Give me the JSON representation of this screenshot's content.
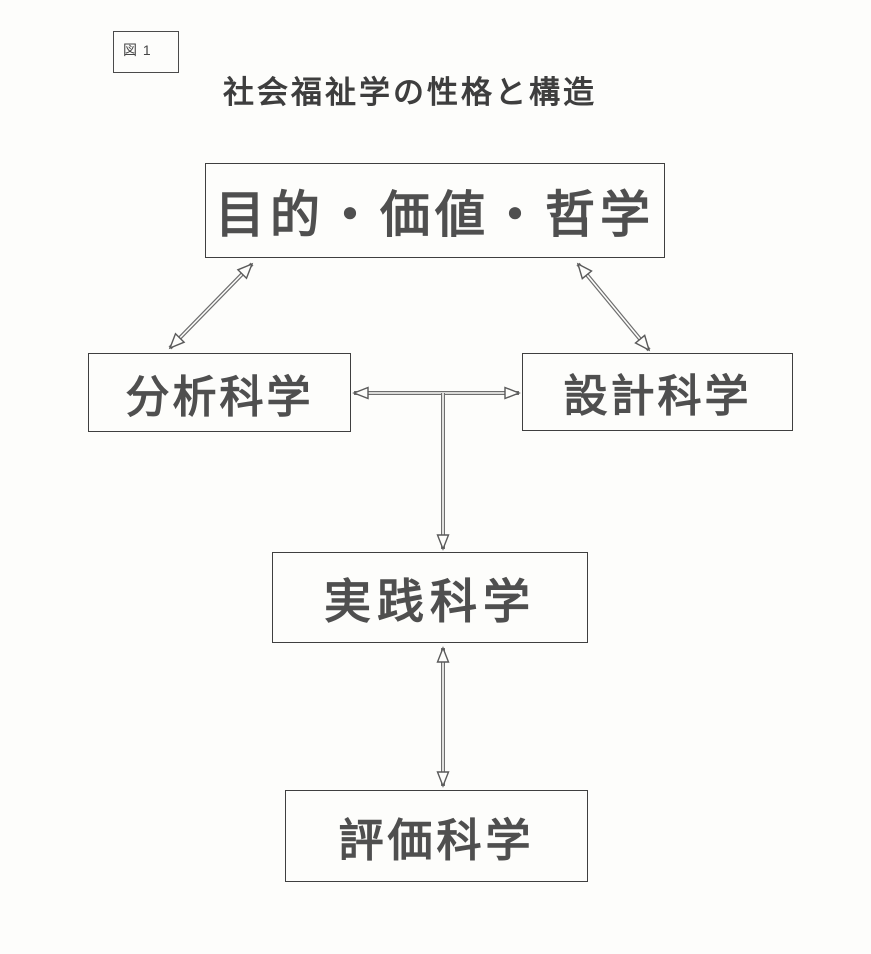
{
  "figure": {
    "tag_label": "図 1",
    "title": "社会福祉学の性格と構造"
  },
  "nodes": {
    "purpose": {
      "label": "目的・価値・哲学"
    },
    "analysis": {
      "label": "分析科学"
    },
    "design": {
      "label": "設計科学"
    },
    "practice": {
      "label": "実践科学"
    },
    "evaluation": {
      "label": "評価科学"
    }
  },
  "edges": [
    {
      "from": "目的・価値・哲学",
      "to": "分析科学",
      "arrow": "double-headed-diagonal"
    },
    {
      "from": "目的・価値・哲学",
      "to": "設計科学",
      "arrow": "double-headed-diagonal"
    },
    {
      "from": "分析科学",
      "to": "設計科学",
      "arrow": "double-headed-horizontal"
    },
    {
      "from": "分析科学-設計科学-junction",
      "to": "実践科学",
      "arrow": "single-headed-down"
    },
    {
      "from": "実践科学",
      "to": "評価科学",
      "arrow": "double-headed-vertical"
    }
  ],
  "colors": {
    "paper": "#fdfdfb",
    "box-border": "#3f3f3f",
    "arrow-line": "#6e6e6e",
    "arrow-outline": "#5a5a5a",
    "text": "#454545"
  }
}
